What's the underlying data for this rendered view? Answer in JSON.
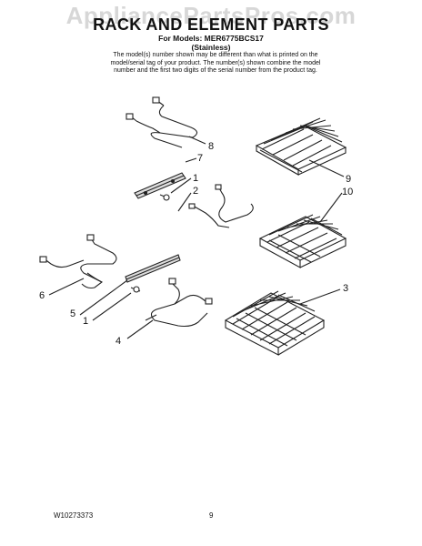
{
  "watermark": "AppliancePartsPros.com",
  "title": "RACK AND ELEMENT PARTS",
  "models_line": "For Models: MER6775BCS17",
  "finish_line": "(Stainless)",
  "notice_lines": [
    "The model(s) number shown may be different than what is printed on the",
    "model/serial tag of your product. The number(s) shown combine the model",
    "number and the first two digits of the serial number from the product tag."
  ],
  "callouts": {
    "broil_element": "8",
    "broil_bracket": "7",
    "screw_upper": "1",
    "bake_element_upper": "2",
    "rack_upper": "9",
    "rack_middle": "10",
    "rack_lower": "3",
    "hidden_element": "6",
    "bracket_lower": "5",
    "screw_lower": "1",
    "bake_element_lower": "4"
  },
  "footer": {
    "part_number": "W10273373",
    "page": "9"
  }
}
